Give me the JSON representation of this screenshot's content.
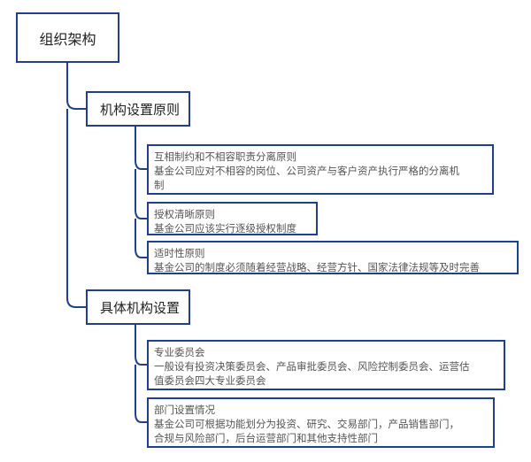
{
  "root": {
    "label": "组织架构"
  },
  "branches": [
    {
      "label": "机构设置原则",
      "items": [
        {
          "title": "互相制约和不相容职责分离原则",
          "lines": [
            "基金公司应对不相容的岗位、公司资产与客户资产执行严格的分离机",
            "制"
          ]
        },
        {
          "title": "授权清晰原则",
          "lines": [
            "基金公司应该实行逐级授权制度"
          ]
        },
        {
          "title": "适时性原则",
          "lines": [
            "基金公司的制度必须随着经营战略、经营方针、国家法律法规等及时完善"
          ]
        }
      ]
    },
    {
      "label": "具体机构设置",
      "items": [
        {
          "title": "专业委员会",
          "lines": [
            "一般设有投资决策委员会、产品审批委员会、风险控制委员会、运营估",
            "值委员会四大专业委员会"
          ]
        },
        {
          "title": "部门设置情况",
          "lines": [
            "基金公司可根据功能划分为投资、研究、交易部门，产品销售部门，",
            "合规与风险部门，后台运营部门和其他支持性部门"
          ]
        }
      ]
    }
  ],
  "colors": {
    "border": "#1f3f8f",
    "connector": "#1f3f8f",
    "node_background": "#ffffff"
  }
}
